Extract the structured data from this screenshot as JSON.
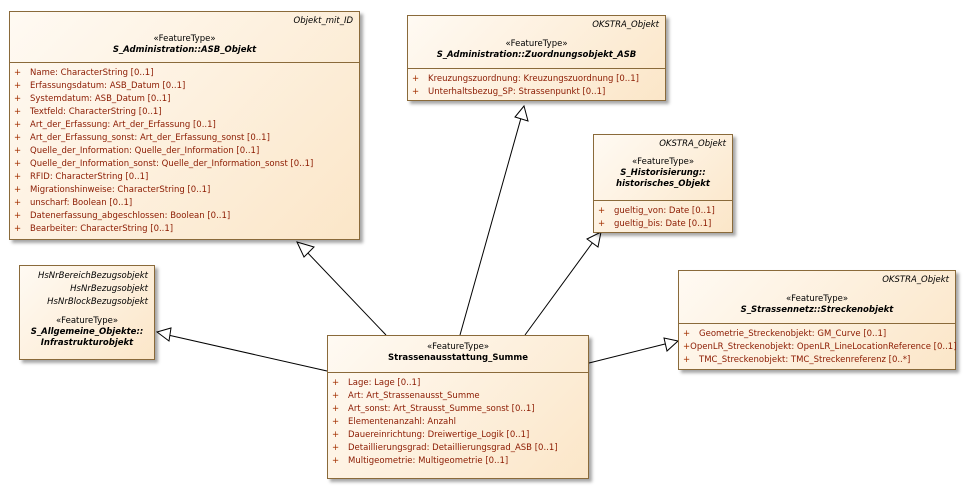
{
  "classes": {
    "asb_objekt": {
      "tagged": "Objekt_mit_ID",
      "stereotype": "«FeatureType»",
      "name": "S_Administration::ASB_Objekt",
      "attributes": [
        {
          "vis": "+",
          "text": "Name: CharacterString [0..1]"
        },
        {
          "vis": "+",
          "text": "Erfassungsdatum: ASB_Datum [0..1]"
        },
        {
          "vis": "+",
          "text": "Systemdatum: ASB_Datum [0..1]"
        },
        {
          "vis": "+",
          "text": "Textfeld: CharacterString [0..1]"
        },
        {
          "vis": "+",
          "text": "Art_der_Erfassung: Art_der_Erfassung [0..1]"
        },
        {
          "vis": "+",
          "text": "Art_der_Erfassung_sonst: Art_der_Erfassung_sonst [0..1]"
        },
        {
          "vis": "+",
          "text": "Quelle_der_Information: Quelle_der_Information [0..1]"
        },
        {
          "vis": "+",
          "text": "Quelle_der_Information_sonst: Quelle_der_Information_sonst [0..1]"
        },
        {
          "vis": "+",
          "text": "RFID: CharacterString [0..1]"
        },
        {
          "vis": "+",
          "text": "Migrationshinweise: CharacterString [0..1]"
        },
        {
          "vis": "+",
          "text": "unscharf: Boolean [0..1]"
        },
        {
          "vis": "+",
          "text": "Datenerfassung_abgeschlossen: Boolean [0..1]"
        },
        {
          "vis": "+",
          "text": "Bearbeiter: CharacterString [0..1]"
        }
      ]
    },
    "zuordnung": {
      "tagged": "OKSTRA_Objekt",
      "stereotype": "«FeatureType»",
      "name": "S_Administration::Zuordnungsobjekt_ASB",
      "attributes": [
        {
          "vis": "+",
          "text": "Kreuzungszuordnung: Kreuzungszuordnung [0..1]"
        },
        {
          "vis": "+",
          "text": "Unterhaltsbezug_SP: Strassenpunkt [0..1]"
        }
      ]
    },
    "historisch": {
      "tagged": "OKSTRA_Objekt",
      "stereotype": "«FeatureType»",
      "name_line1": "S_Historisierung::",
      "name_line2": "historisches_Objekt",
      "attributes": [
        {
          "vis": "+",
          "text": "gueltig_von: Date [0..1]"
        },
        {
          "vis": "+",
          "text": "gueltig_bis: Date [0..1]"
        }
      ]
    },
    "infrastruktur": {
      "tagged": [
        "HsNrBereichBezugsobjekt",
        "HsNrBezugsobjekt",
        "HsNrBlockBezugsobjekt"
      ],
      "stereotype": "«FeatureType»",
      "name_line1": "S_Allgemeine_Objekte::",
      "name_line2": "Infrastrukturobjekt"
    },
    "summe": {
      "stereotype": "«FeatureType»",
      "name": "Strassenausstattung_Summe",
      "attributes": [
        {
          "vis": "+",
          "text": "Lage: Lage [0..1]"
        },
        {
          "vis": "+",
          "text": "Art: Art_Strassenausst_Summe"
        },
        {
          "vis": "+",
          "text": "Art_sonst: Art_Strausst_Summe_sonst [0..1]"
        },
        {
          "vis": "+",
          "text": "Elementenanzahl: Anzahl"
        },
        {
          "vis": "+",
          "text": "Dauereinrichtung: Dreiwertige_Logik [0..1]"
        },
        {
          "vis": "+",
          "text": "Detaillierungsgrad: Detaillierungsgrad_ASB [0..1]"
        },
        {
          "vis": "+",
          "text": "Multigeometrie: Multigeometrie [0..1]"
        }
      ]
    },
    "strecke": {
      "tagged": "OKSTRA_Objekt",
      "stereotype": "«FeatureType»",
      "name": "S_Strassennetz::Streckenobjekt",
      "attributes": [
        {
          "vis": "+",
          "text": "Geometrie_Streckenobjekt: GM_Curve [0..1]"
        },
        {
          "vis": "+",
          "text": "OpenLR_Streckenobjekt: OpenLR_LineLocationReference [0..1]"
        },
        {
          "vis": "+",
          "text": "TMC_Streckenobjekt: TMC_Streckenreferenz [0..*]"
        }
      ]
    }
  },
  "colors": {
    "border": "#8a6a3a",
    "fill_top": "#fffaf3",
    "fill_bottom": "#fbe6c8",
    "attr_text": "#8b1a00"
  }
}
